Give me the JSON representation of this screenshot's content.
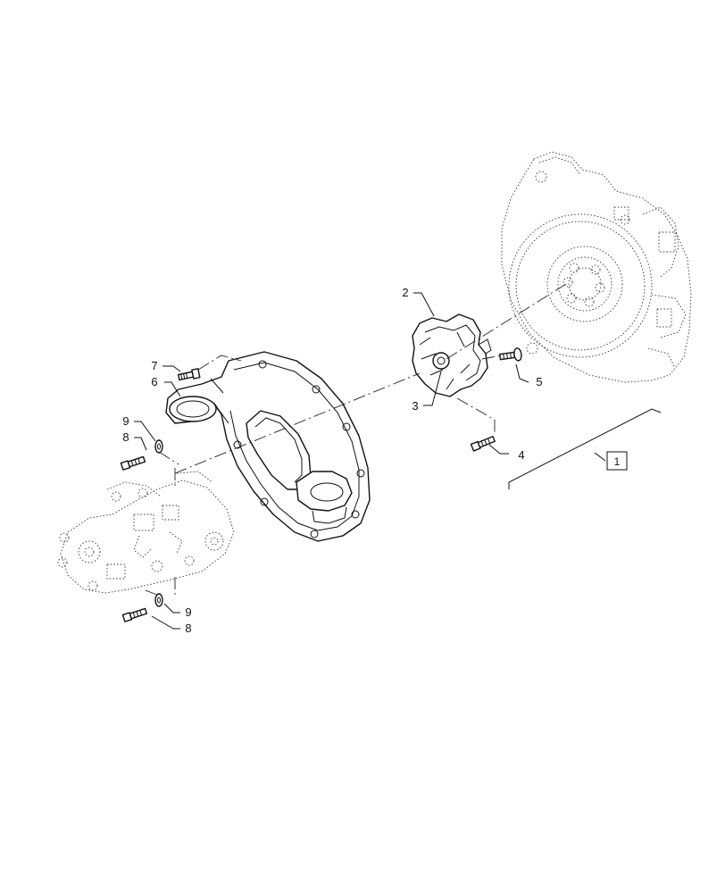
{
  "callouts": {
    "c1": "1",
    "c2": "2",
    "c3": "3",
    "c4": "4",
    "c5": "5",
    "c6": "6",
    "c7": "7",
    "c8a": "8",
    "c9a": "9",
    "c8b": "8",
    "c9b": "9"
  }
}
